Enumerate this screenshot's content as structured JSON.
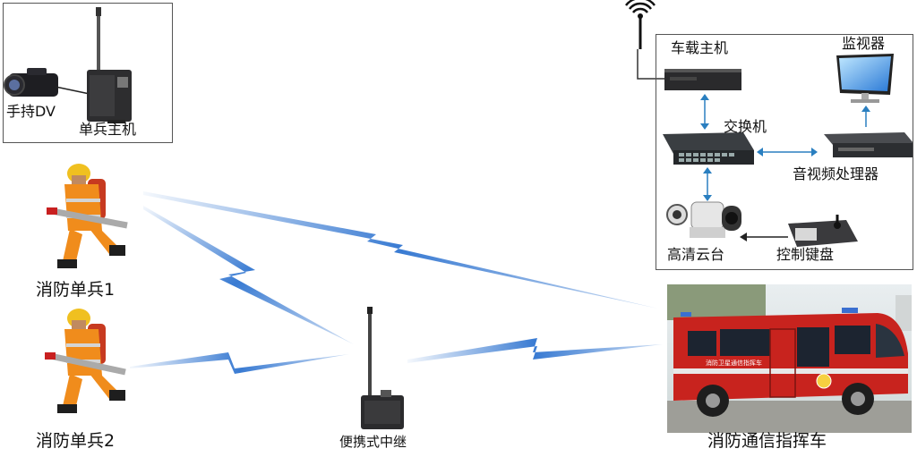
{
  "left_box": {
    "dv_label": "手持DV",
    "host_label": "单兵主机"
  },
  "soldiers": [
    {
      "label": "消防单兵1"
    },
    {
      "label": "消防单兵2"
    }
  ],
  "relay": {
    "label": "便携式中继"
  },
  "vehicle_box": {
    "host_label": "车载主机",
    "monitor_label": "监视器",
    "switch_label": "交换机",
    "av_label": "音视频处理器",
    "ptz_label": "高清云台",
    "keyboard_label": "控制键盘"
  },
  "truck": {
    "label": "消防通信指挥车",
    "side_text": "消防卫星通信指挥车"
  },
  "colors": {
    "lightning": "#2f74d0",
    "connector": "#2a7fc0",
    "truck_red": "#c8231e"
  }
}
